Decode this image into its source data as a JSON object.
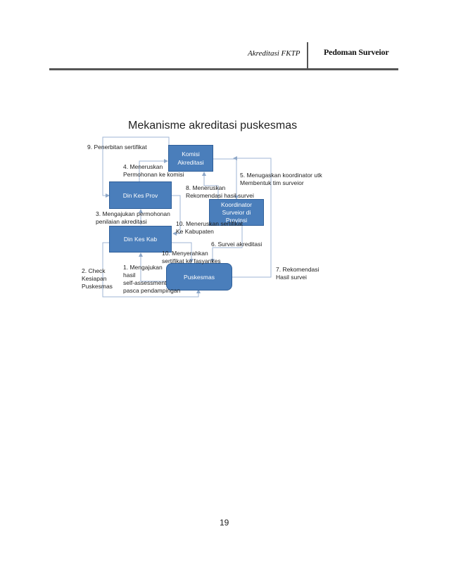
{
  "header": {
    "doc_left": "Akreditasi FKTP",
    "doc_right": "Pedoman Surveior"
  },
  "diagram": {
    "title": "Mekanisme akreditasi puskesmas",
    "nodes": {
      "komisi": "Komisi\nAkreditasi",
      "dinkes_prov": "Din Kes Prov",
      "koordinator": "Koordinator\nSurveior di\nProvinsi",
      "dinkes_kab": "Din Kes Kab",
      "puskesmas": "Puskesmas"
    },
    "labels": {
      "l9": "9. Penerbitan sertifikat",
      "l4": "4. Meneruskan\nPermohonan ke komisi",
      "l5": "5. Menugaskan koordinator utk\nMembentuk tim surveior",
      "l8": "8. Meneruskan\nRekomendasi hasil survei",
      "l3": "3. Mengajukan permohonan\n    penilaian akreditasi",
      "l10a": "10. Meneruskan sertifikat\nKe Kabupaten",
      "l6": "6. Survei akreditasi",
      "l10b": "10. Menyerahkan\n    sertifikat ke fasyankes",
      "l1": "1.    Mengajukan\nhasil\nself-assessment\npasca pendampingan",
      "l2": "2. Check\nKesiapan\nPuskesmas",
      "l7": "7. Rekomendasi\nHasil survei"
    }
  },
  "page_number": "19"
}
